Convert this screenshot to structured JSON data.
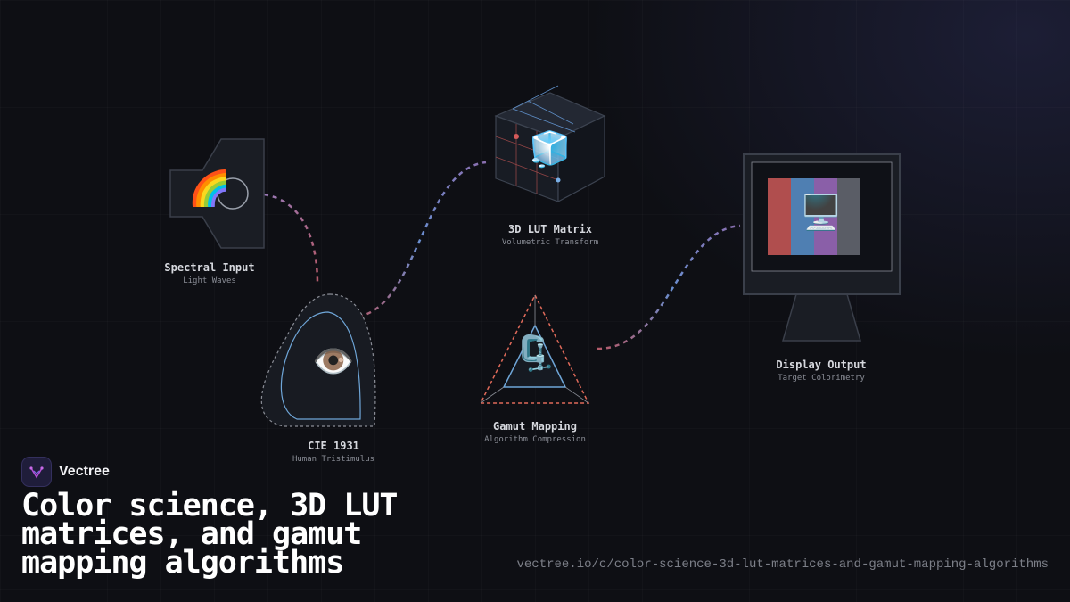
{
  "nodes": [
    {
      "title": "Spectral Input",
      "subtitle": "Light Waves",
      "icon": "rainbow-icon",
      "glyph": "🌈"
    },
    {
      "title": "CIE 1931",
      "subtitle": "Human Tristimulus",
      "icon": "eye-icon",
      "glyph": "👁️"
    },
    {
      "title": "3D LUT Matrix",
      "subtitle": "Volumetric Transform",
      "icon": "ice-cube-icon",
      "glyph": "🧊"
    },
    {
      "title": "Gamut Mapping",
      "subtitle": "Algorithm Compression",
      "icon": "clamp-icon",
      "glyph": "🗜️"
    },
    {
      "title": "Display Output",
      "subtitle": "Target Colorimetry",
      "icon": "desktop-computer-icon",
      "glyph": "🖥️"
    }
  ],
  "brand": {
    "name": "Vectree",
    "logo": "vectree-logo-icon"
  },
  "headline": "Color science, 3D LUT matrices, and gamut mapping algorithms",
  "url": "vectree.io/c/color-science-3d-lut-matrices-and-gamut-mapping-algorithms",
  "colors": {
    "background": "#0e0f14",
    "connector_blue": "#6a8fd0",
    "connector_purple": "#8a6fb0",
    "connector_red": "#b45a6a",
    "stripe_red": "#b04e4e",
    "stripe_blue": "#4f7fb2",
    "stripe_purple": "#8a5fa8",
    "stripe_gray": "#5a5d66",
    "logo_accent": "#b64fd8"
  }
}
